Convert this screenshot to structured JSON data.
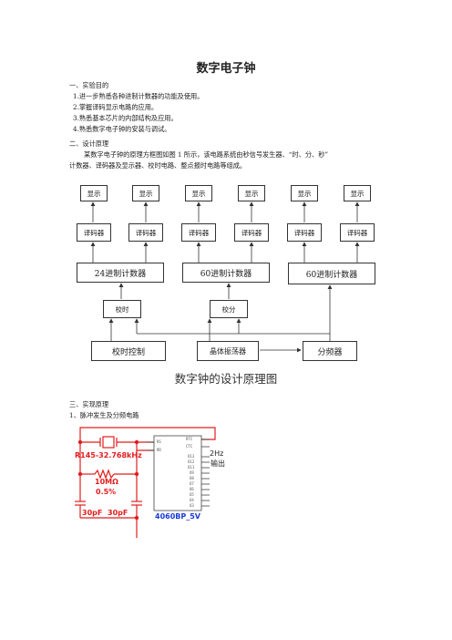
{
  "doc": {
    "title": "数字电子钟",
    "lines": [
      "一、实验目的",
      "1.进一步熟悉各种进制计数器的功能及使用。",
      "2.掌握译码显示电路的应用。",
      "3.熟悉基本芯片的内部结构及应用。",
      "4.熟悉数字电子钟的安装与调试。",
      "二、设计原理",
      "某数字电子钟的原理方框图如图 1 所示，该电路系统由秒信号发生器、“时、分、秒”",
      "计数器、译码器及显示器、校时电路、整点报时电路等组成。"
    ],
    "section3": "三、实现原理",
    "section3_1": "1、脉冲发生及分频电路"
  },
  "diagram": {
    "display_label": "显示",
    "decoder_label": "译码器",
    "counter24": "24进制计数器",
    "counter60_min": "60进制计数器",
    "counter60_sec": "60进制计数器",
    "adjust_hour": "校时",
    "adjust_min": "校分",
    "adjust_ctrl": "校时控制",
    "oscillator": "晶体振荡器",
    "divider": "分频器",
    "caption": "数字钟的设计原理图"
  },
  "circuit": {
    "crystal_label": "R145-32.768kHz",
    "resistor_label": "10MΩ",
    "tolerance_label": "0.5%",
    "cap1_label": "30pF",
    "cap2_label": "30pF",
    "chip_label": "4060BP_5V",
    "output_freq": "2Hz",
    "output_text": "输出",
    "pins_left": [
      "RS",
      "RR"
    ],
    "pins_right": [
      "RTC",
      "CTC",
      "O13",
      "O12",
      "O11",
      "O9",
      "O8",
      "O7",
      "O6",
      "O5",
      "O4",
      "O3"
    ],
    "colors": {
      "wire": "#e21d1d",
      "chip_text": "#1a3bd6"
    }
  }
}
